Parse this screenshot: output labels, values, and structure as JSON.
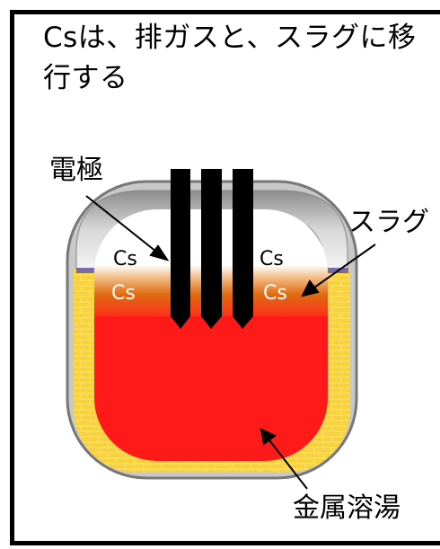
{
  "title": "Csは、排ガスと、スラグに移行する",
  "labels": {
    "electrode": "電極",
    "slag": "スラグ",
    "molten_metal": "金属溶湯"
  },
  "species": {
    "gas_left": "Cs",
    "gas_right": "Cs",
    "slag_left": "Cs",
    "slag_right": "Cs"
  },
  "colors": {
    "molten_metal": "#ff1a1a",
    "slag": "#e06a10",
    "refractory_brick": "#f5d020",
    "shell": "#a0a0a0",
    "electrode": "#000000"
  }
}
